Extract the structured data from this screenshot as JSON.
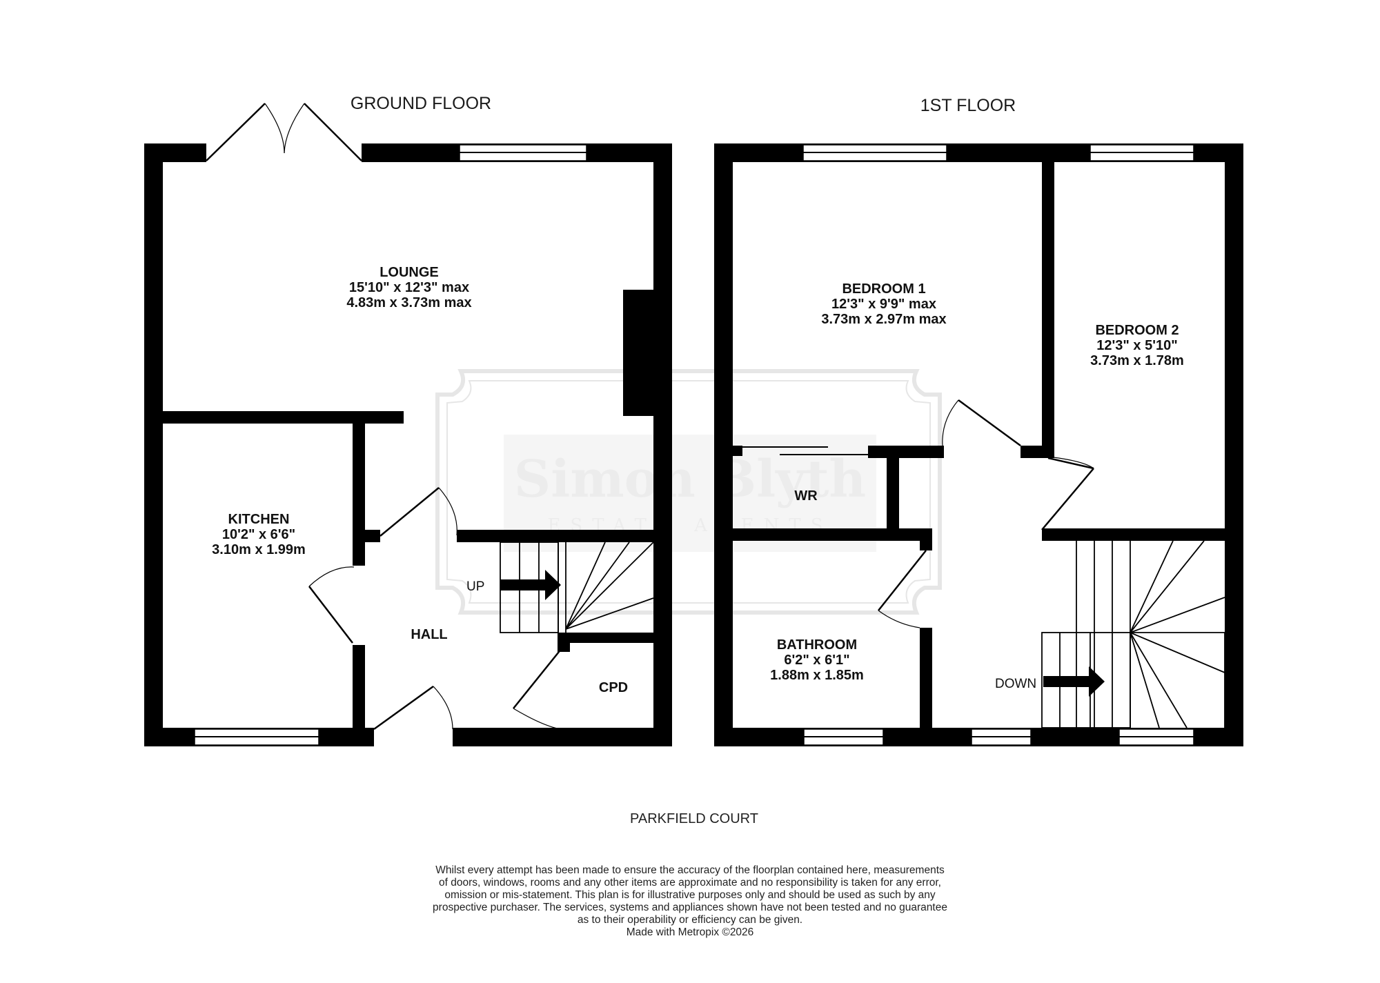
{
  "plan": {
    "address": "PARKFIELD COURT",
    "watermark": {
      "name": "Simon Blyth",
      "sub": "ESTATE AGENTS"
    },
    "floors": [
      {
        "title": "GROUND FLOOR",
        "rooms": [
          {
            "name": "LOUNGE",
            "dims_imperial": "15'10\"  x 12'3\" max",
            "dims_metric": "4.83m  x 3.73m max"
          },
          {
            "name": "KITCHEN",
            "dims_imperial": "10'2\"  x 6'6\"",
            "dims_metric": "3.10m  x 1.99m"
          },
          {
            "name": "HALL"
          },
          {
            "name": "CPD"
          }
        ],
        "stairs_label": "UP"
      },
      {
        "title": "1ST FLOOR",
        "rooms": [
          {
            "name": "BEDROOM 1",
            "dims_imperial": "12'3\"  x 9'9\" max",
            "dims_metric": "3.73m  x 2.97m max"
          },
          {
            "name": "BEDROOM 2",
            "dims_imperial": "12'3\"  x 5'10\"",
            "dims_metric": "3.73m  x 1.78m"
          },
          {
            "name": "WR"
          },
          {
            "name": "BATHROOM",
            "dims_imperial": "6'2\"  x 6'1\"",
            "dims_metric": "1.88m  x 1.85m"
          }
        ],
        "stairs_label": "DOWN"
      }
    ],
    "disclaimer": [
      "Whilst every attempt has been made to ensure the accuracy of the floorplan contained here, measurements",
      "of doors, windows, rooms and any other items are approximate and no responsibility is taken for any error,",
      "omission or mis-statement. This plan is for illustrative purposes only and should be used as such by any",
      "prospective purchaser. The services, systems and appliances shown have not been tested and no guarantee",
      "as to their operability or efficiency can be given."
    ],
    "credit": "Made with Metropix ©2026"
  }
}
